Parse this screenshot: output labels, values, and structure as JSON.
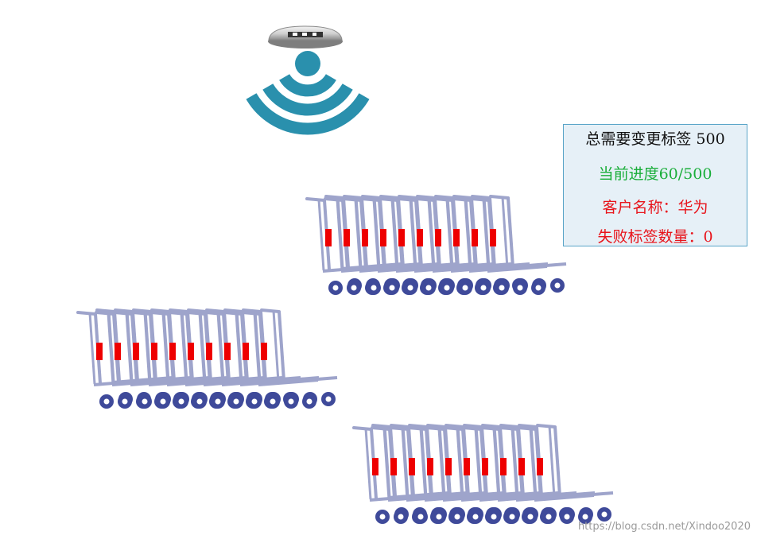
{
  "info_panel": {
    "total_label": "总需要变更标签",
    "total_value": "500",
    "progress_text": "当前进度60/500",
    "customer_text": "客户名称：华为",
    "failed_text": "失败标签数量：0"
  },
  "cart_groups": [
    {
      "name": "cart-group-top-right",
      "cart_count": 10,
      "tag_count": 10
    },
    {
      "name": "cart-group-middle-left",
      "cart_count": 10,
      "tag_count": 10
    },
    {
      "name": "cart-group-bottom-right",
      "cart_count": 10,
      "tag_count": 10
    }
  ],
  "icons": {
    "reader": "rfid-reader-icon",
    "signal": "wireless-signal-icon",
    "cart": "shopping-cart-icon",
    "tag": "rfid-tag-icon"
  },
  "colors": {
    "signal": "#2a90ad",
    "cart_frame": "#9ea4cb",
    "wheel": "#3f4a9a",
    "tag": "#ee0000",
    "progress_text": "#1aae3a",
    "customer_text": "#e8141b",
    "failed_text": "#e8141b",
    "panel_bg": "#e6f0f7",
    "panel_border": "#5aa5c8"
  },
  "watermark": "https://blog.csdn.net/Xindoo2020"
}
